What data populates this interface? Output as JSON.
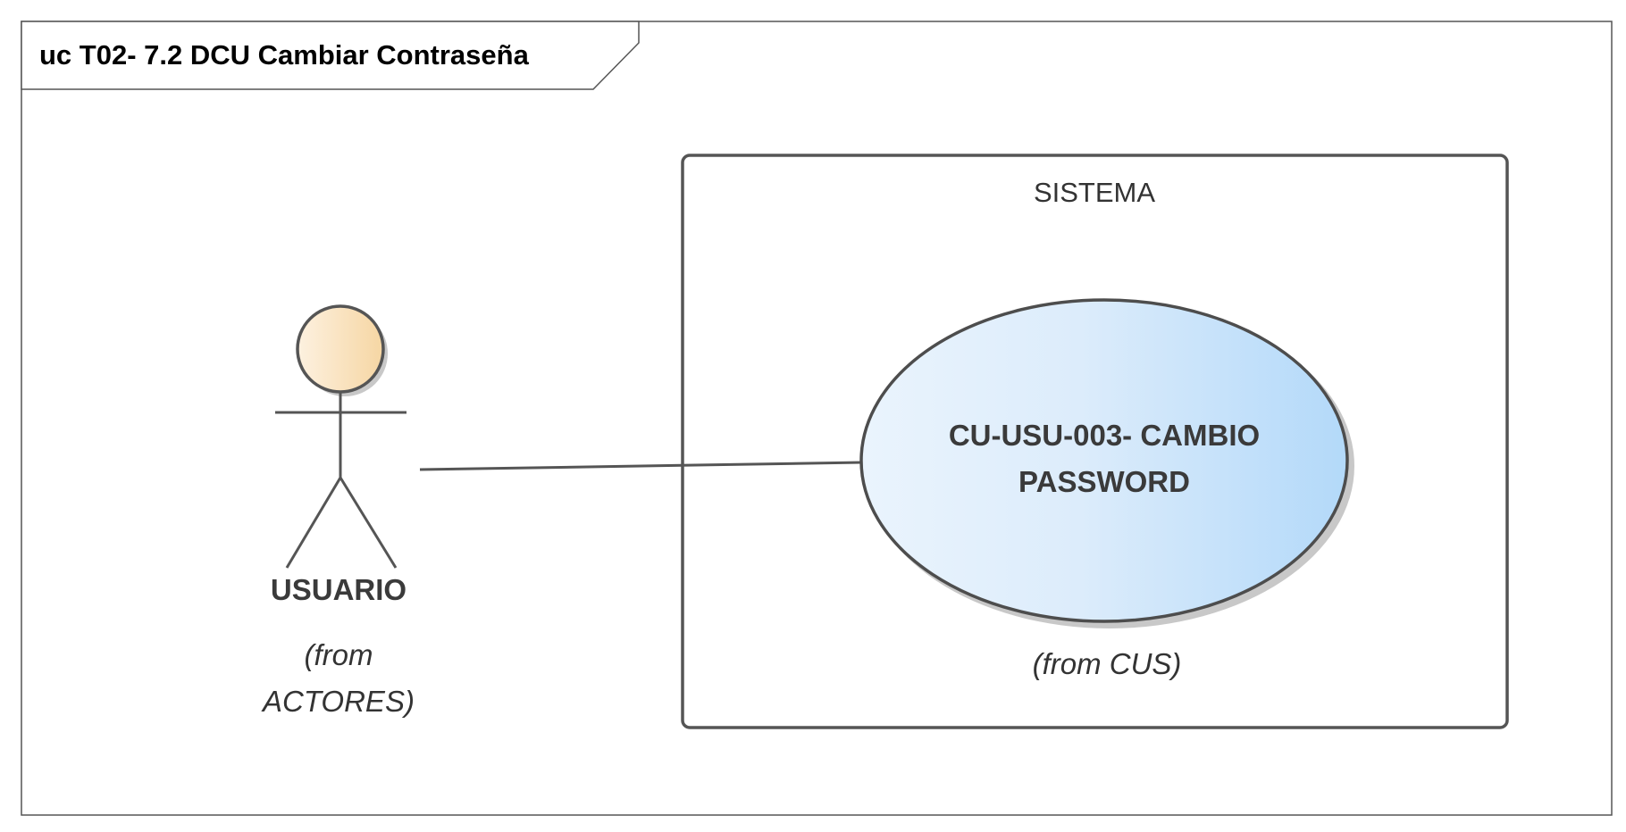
{
  "diagram": {
    "frame": {
      "title": "uc T02- 7.2 DCU Cambiar Contraseña"
    },
    "boundary": {
      "name": "SISTEMA"
    },
    "use_case": {
      "line1": "CU-USU-003- CAMBIO",
      "line2": "PASSWORD",
      "from": "(from CUS)"
    },
    "actor": {
      "name": "USUARIO",
      "from_line1": "(from",
      "from_line2": "ACTORES)"
    },
    "colors": {
      "line": "#555555",
      "actor_head_light": "#fdf1e0",
      "actor_head_dark": "#f6d6a3",
      "use_case_light": "#eaf4fd",
      "use_case_dark": "#b3d9f9",
      "shadow": "#c8c8c8"
    }
  }
}
